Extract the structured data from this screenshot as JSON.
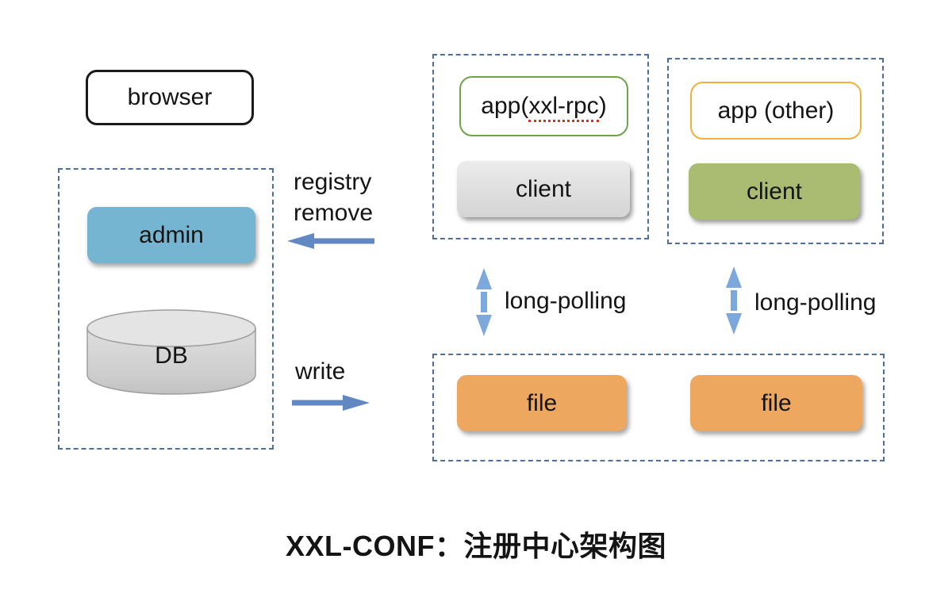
{
  "title": "XXL-CONF：注册中心架构图",
  "colors": {
    "text": "#141414",
    "dash_border": "#4d6f9b",
    "admin_bg": "#76b5d1",
    "client_gray_top": "#ececec",
    "client_gray_bottom": "#d4d4d4",
    "client_green_bg": "#a9bc72",
    "file_bg": "#eda75f",
    "app_rpc_border": "#6fa346",
    "app_other_border": "#f0b03a",
    "arrow_h": "#6288c4",
    "arrow_v": "#7ca8dc",
    "squiggle": "#e02b20"
  },
  "nodes": {
    "browser": "browser",
    "admin": "admin",
    "db": "DB",
    "app_rpc_prefix": "app(",
    "app_rpc_highlight": "xxl-rpc",
    "app_rpc_suffix": ")",
    "client_rpc": "client",
    "app_other": "app (other)",
    "client_other": "client",
    "file_rpc": "file",
    "file_other": "file"
  },
  "edges": {
    "registry_line1": "registry",
    "registry_line2": "remove",
    "write": "write",
    "long_polling_rpc": "long-polling",
    "long_polling_other": "long-polling"
  }
}
